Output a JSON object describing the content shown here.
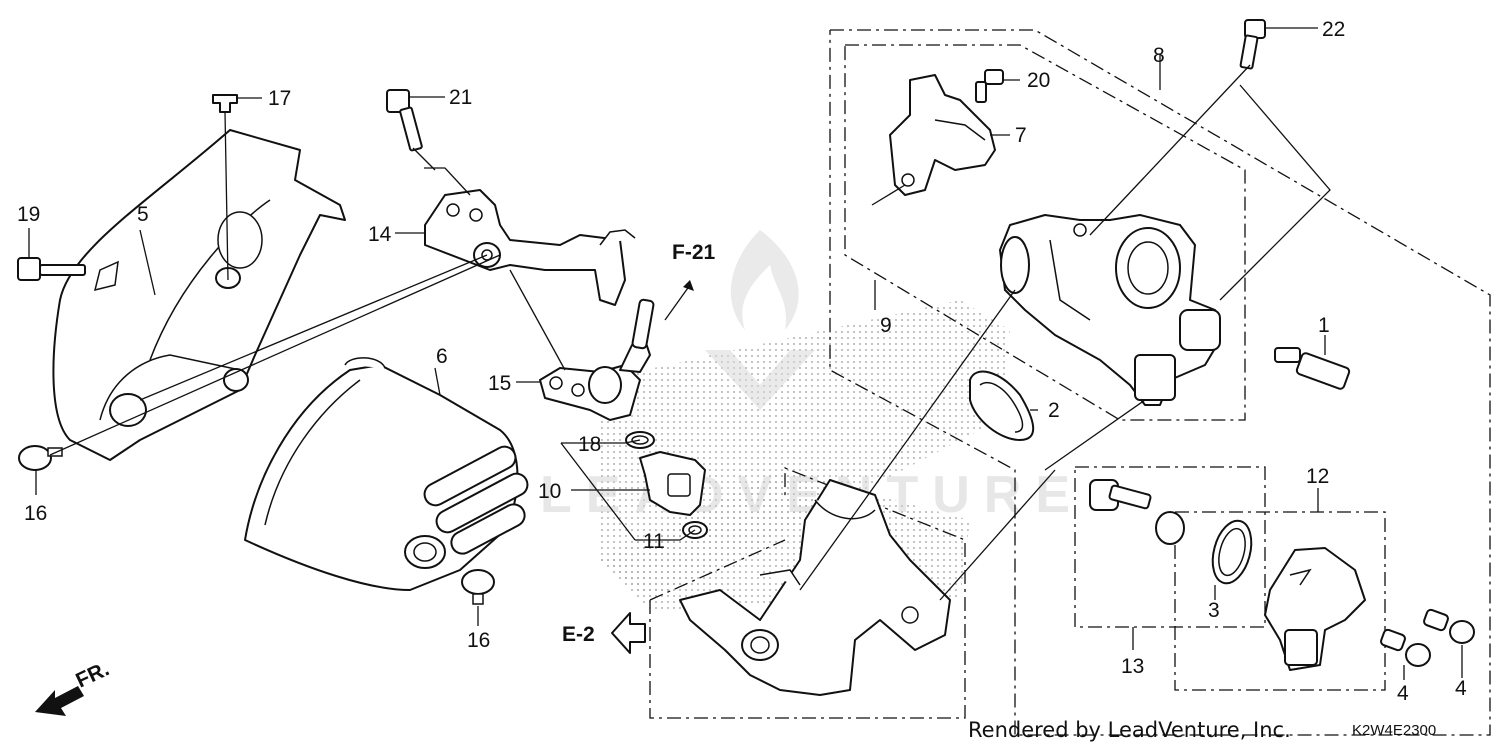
{
  "callouts": {
    "c1": "1",
    "c2": "2",
    "c3": "3",
    "c4a": "4",
    "c4b": "4",
    "c5": "5",
    "c6": "6",
    "c7": "7",
    "c8": "8",
    "c9": "9",
    "c10": "10",
    "c11": "11",
    "c12": "12",
    "c13": "13",
    "c14": "14",
    "c15": "15",
    "c16a": "16",
    "c16b": "16",
    "c17": "17",
    "c18": "18",
    "c19": "19",
    "c20": "20",
    "c21": "21",
    "c22": "22"
  },
  "references": {
    "f21": "F-21",
    "e2": "E-2",
    "front": "FR."
  },
  "footer": {
    "credit": "Rendered by LeadVenture, Inc.",
    "diagram_code": "K2W4E2300"
  },
  "watermark": {
    "text": "LEADVENTURE",
    "logo": "leadventure-flame-logo"
  },
  "colors": {
    "line": "#111111",
    "watermark": "#d9d9d9",
    "background": "#ffffff"
  }
}
